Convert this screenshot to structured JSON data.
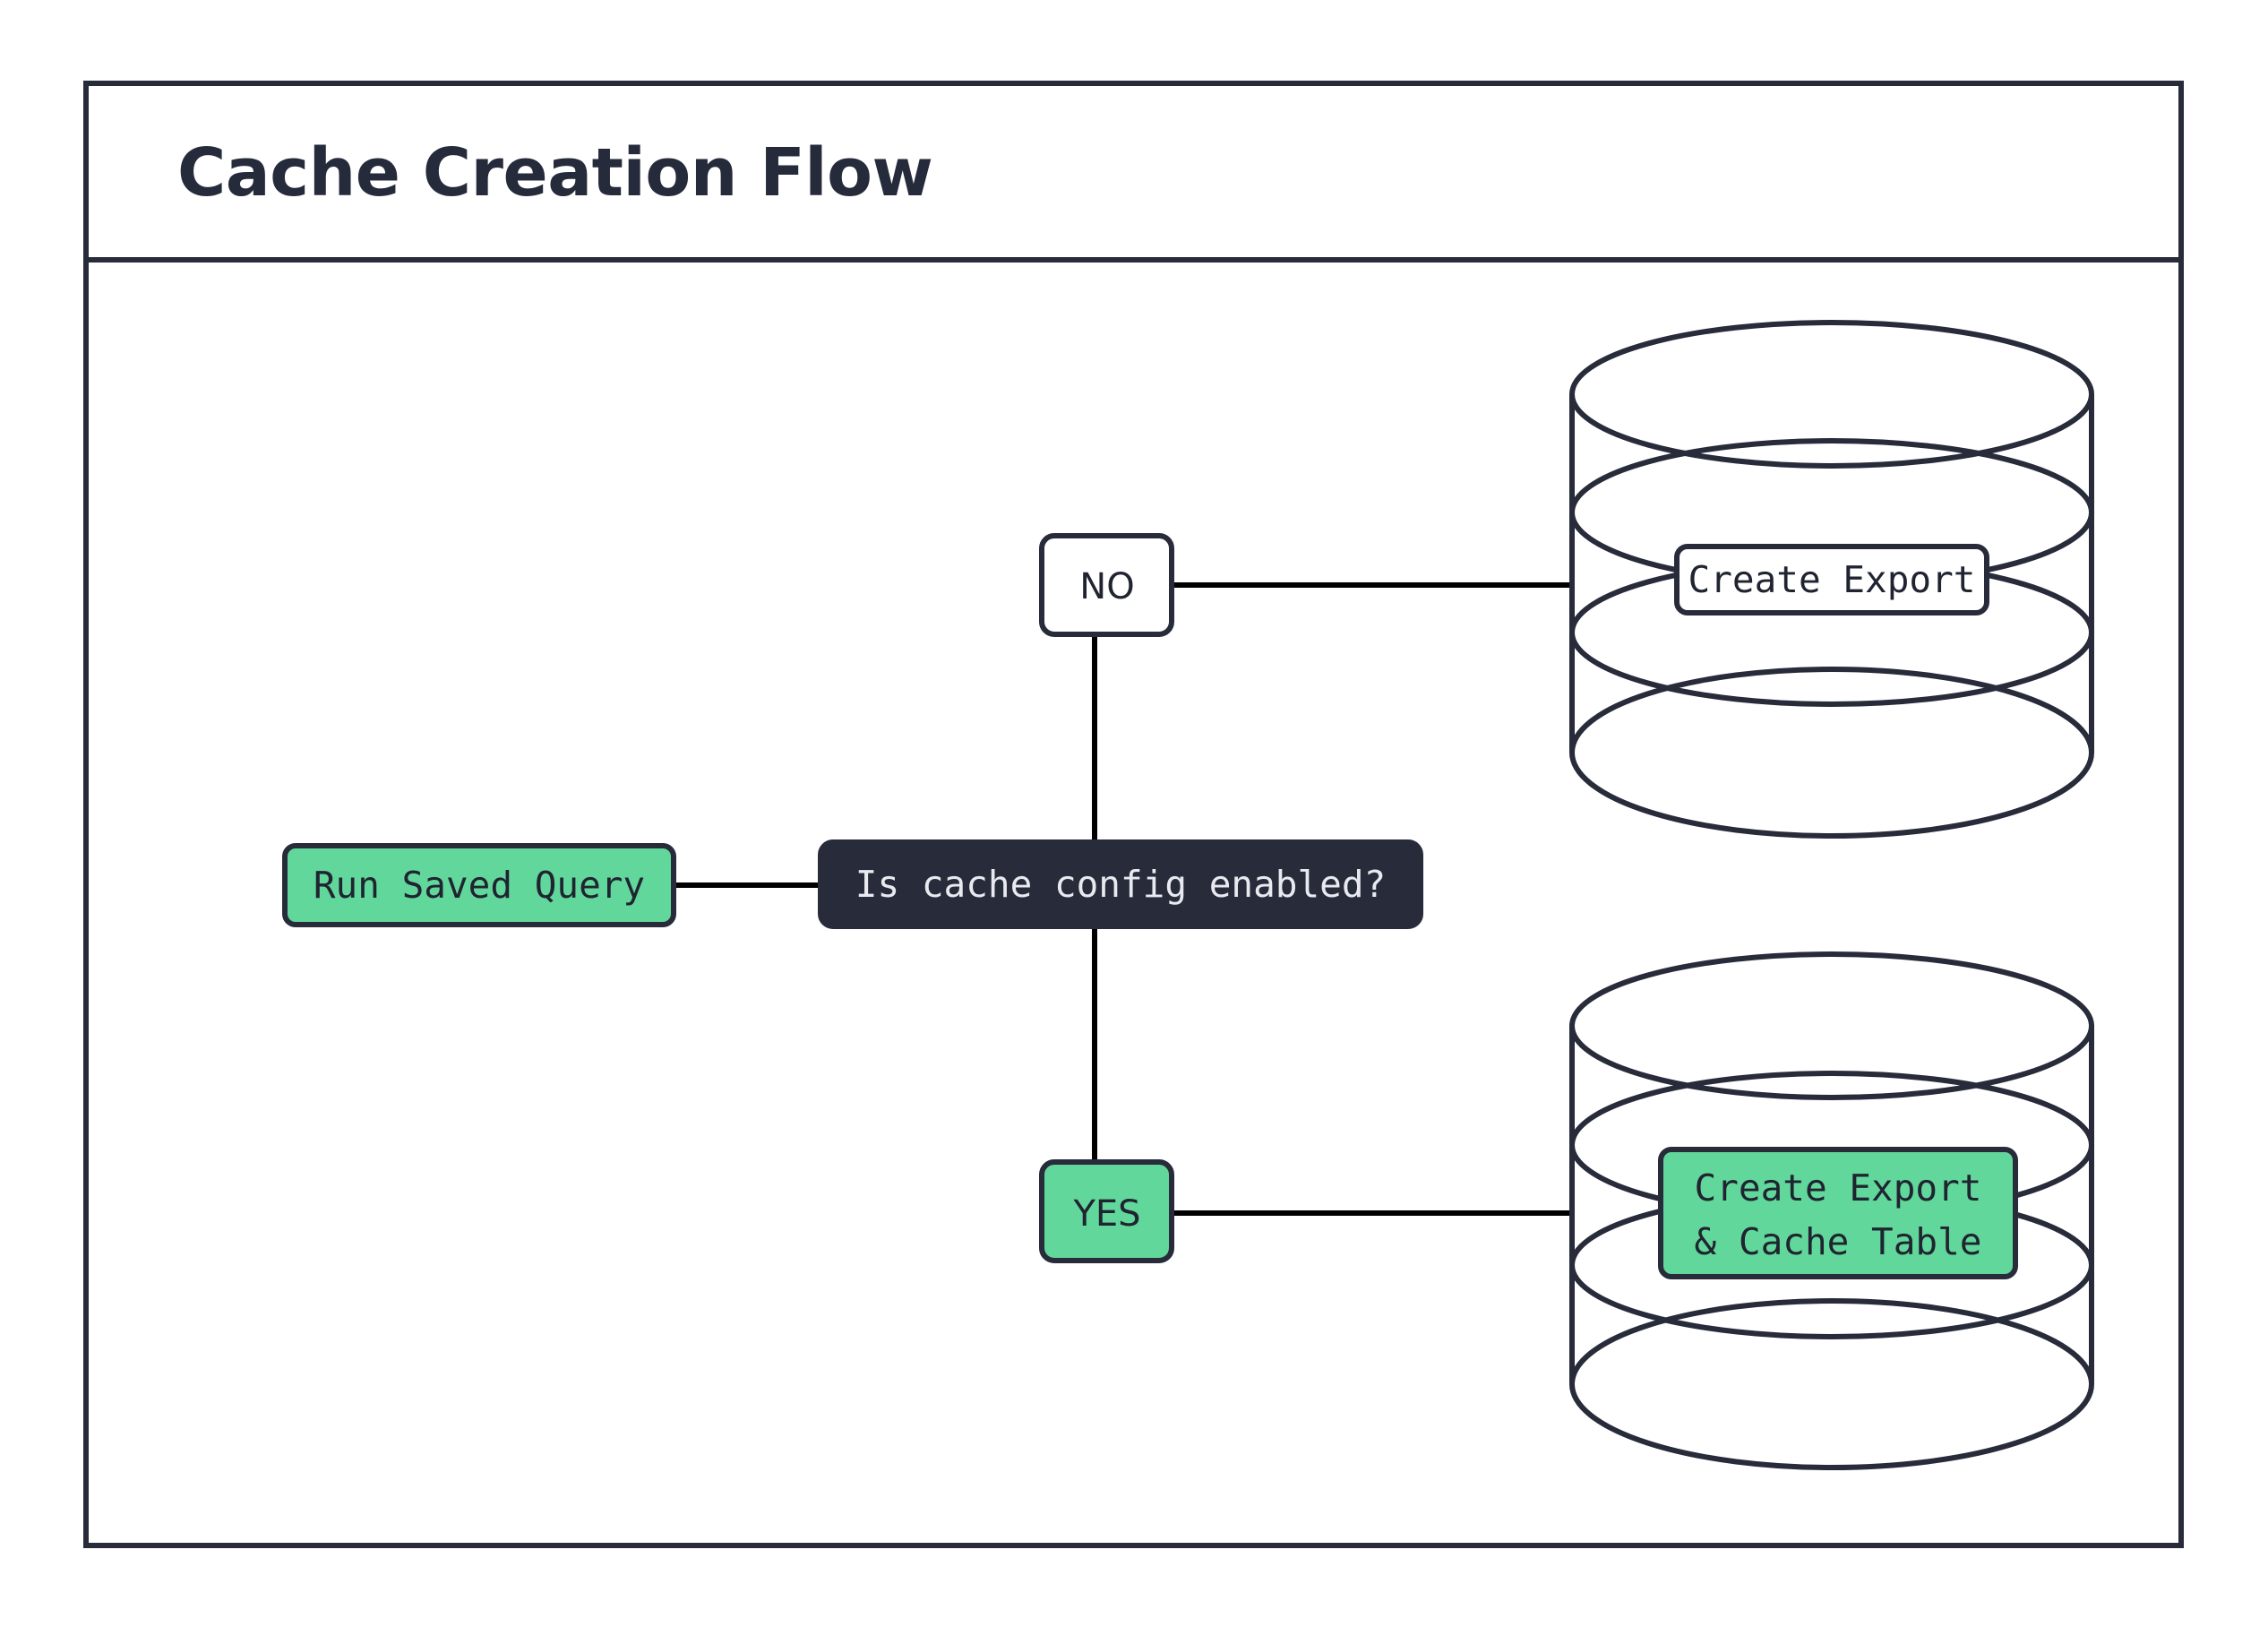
{
  "page": {
    "title": "Cache Creation Flow",
    "background": "#ffffff"
  },
  "colors": {
    "ink": "#272B3A",
    "green": "#62D79B",
    "white": "#ffffff",
    "edge": "#000000",
    "dark_node_text": "#E8EAF0"
  },
  "flow": {
    "start_node": {
      "label": "Run Saved Query",
      "shape": "rounded-rect",
      "fill": "#62D79B"
    },
    "decision_node": {
      "label": "Is cache config enabled?",
      "shape": "rounded-rect",
      "fill": "#272B3A"
    },
    "branch_no": {
      "label": "NO",
      "shape": "rounded-rect",
      "fill": "#ffffff"
    },
    "branch_yes": {
      "label": "YES",
      "shape": "rounded-rect",
      "fill": "#62D79B"
    },
    "database_top": {
      "shape": "cylinder",
      "label": "Create Export",
      "label_fill": "#ffffff"
    },
    "database_bottom": {
      "shape": "cylinder",
      "label_line1": "Create Export",
      "label_line2": "& Cache Table",
      "label_fill": "#62D79B"
    }
  }
}
